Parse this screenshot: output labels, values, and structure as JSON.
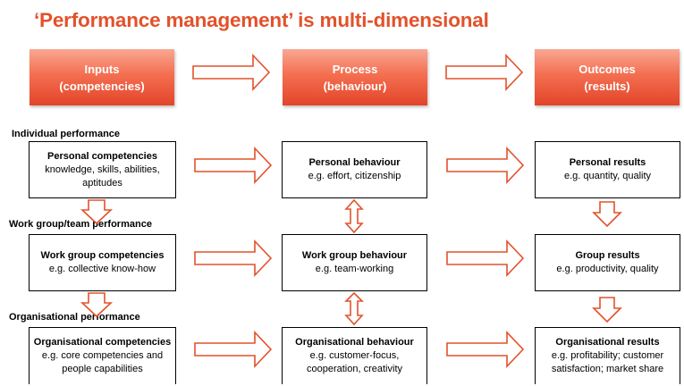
{
  "title": "‘Performance management’ is multi-dimensional",
  "headers": {
    "inputs": {
      "line1": "Inputs",
      "line2": "(competencies)"
    },
    "process": {
      "line1": "Process",
      "line2": "(behaviour)"
    },
    "outcomes": {
      "line1": "Outcomes",
      "line2": "(results)"
    }
  },
  "levels": {
    "individual": {
      "label": "Individual performance",
      "input": {
        "title": "Personal competencies",
        "detail": "knowledge, skills, abilities, aptitudes"
      },
      "process": {
        "title": "Personal behaviour",
        "detail": "e.g. effort, citizenship"
      },
      "outcome": {
        "title": "Personal results",
        "detail": "e.g. quantity, quality"
      }
    },
    "group": {
      "label": "Work group/team performance",
      "input": {
        "title": "Work group competencies",
        "detail": "e.g. collective know-how"
      },
      "process": {
        "title": "Work group behaviour",
        "detail": "e.g. team-working"
      },
      "outcome": {
        "title": "Group results",
        "detail": "e.g. productivity, quality"
      }
    },
    "organisational": {
      "label": "Organisational performance",
      "input": {
        "title": "Organisational competencies",
        "detail": "e.g. core competencies and people capabilities"
      },
      "process": {
        "title": "Organisational behaviour",
        "detail": "e.g. customer-focus, cooperation, creativity"
      },
      "outcome": {
        "title": "Organisational results",
        "detail": "e.g. profitability; customer satisfaction; market share"
      }
    }
  },
  "colors": {
    "accent": "#e2522b",
    "arrow_stroke": "#e2522b",
    "header_top": "#f9a793",
    "header_bottom": "#e2452a"
  }
}
